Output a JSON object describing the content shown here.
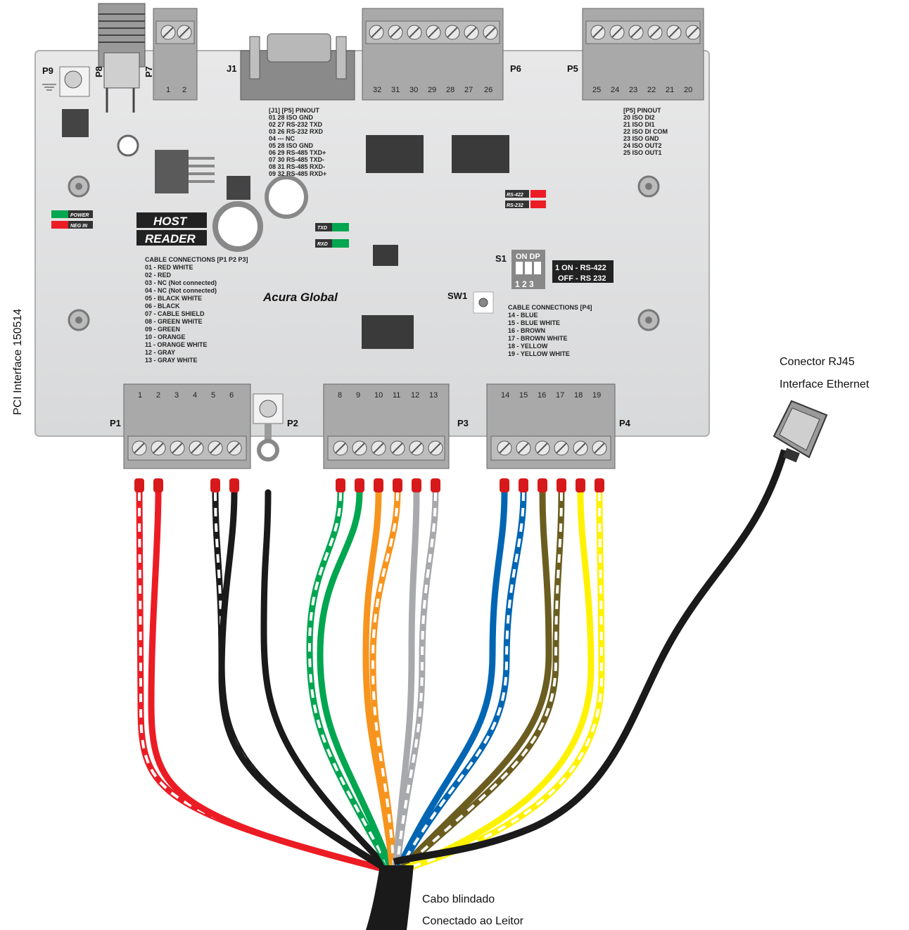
{
  "side_label": "PCI Interface 150514",
  "board": {
    "connectors": {
      "p9": "P9",
      "p8": "P8",
      "p7": "P7",
      "j1": "J1",
      "p6": "P6",
      "p5": "P5",
      "p1": "P1",
      "p2": "P2",
      "p3": "P3",
      "p4": "P4",
      "s1": "S1",
      "sw1": "SW1"
    },
    "p7_pins": [
      "1",
      "2"
    ],
    "p6_pins": [
      "32",
      "31",
      "30",
      "29",
      "28",
      "27",
      "26"
    ],
    "p5_pins": [
      "25",
      "24",
      "23",
      "22",
      "21",
      "20"
    ],
    "p1_pins": [
      "1",
      "2",
      "3",
      "4",
      "5",
      "6"
    ],
    "p3_pins": [
      "8",
      "9",
      "10",
      "11",
      "12",
      "13"
    ],
    "p4_pins": [
      "14",
      "15",
      "16",
      "17",
      "18",
      "19"
    ],
    "j1_pinout": {
      "header": "[J1] [P5] PINOUT",
      "rows": [
        "01  28  ISO GND",
        "02  27  RS-232 TXD",
        "03  26  RS-232 RXD",
        "04  ---  NC",
        "05  28  ISO GND",
        "06  29  RS-485 TXD+",
        "07  30  RS-485 TXD-",
        "08  31  RS-485 RXD-",
        "09  32  RS-485 RXD+"
      ]
    },
    "p5_pinout": {
      "header": "[P5] PINOUT",
      "rows": [
        "20  ISO DI2",
        "21  ISO DI1",
        "22  ISO DI COM",
        "23  ISO GND",
        "24  ISO OUT2",
        "25  ISO OUT1"
      ]
    },
    "leds": {
      "power": "POWER",
      "neg_in": "NEG IN",
      "txd": "TXD",
      "rxd": "RXD",
      "rs422": "RS-422",
      "rs232": "RS-232"
    },
    "host_label": "HOST",
    "reader_label": "READER",
    "brand": "Acura Global",
    "cable_p123": {
      "header": "CABLE CONNECTIONS [P1 P2 P3]",
      "rows": [
        "01 - RED WHITE",
        "02 - RED",
        "03 - NC (Not connected)",
        "04 - NC (Not connected)",
        "05 - BLACK WHITE",
        "06 - BLACK",
        "07 - CABLE SHIELD",
        "08 - GREEN WHITE",
        "09 - GREEN",
        "10 - ORANGE",
        "11 - ORANGE WHITE",
        "12 - GRAY",
        "13 - GRAY WHITE"
      ]
    },
    "cable_p4": {
      "header": "CABLE CONNECTIONS [P4]",
      "rows": [
        "14 - BLUE",
        "15 - BLUE WHITE",
        "16 - BROWN",
        "17 - BROWN WHITE",
        "18 - YELLOW",
        "19 - YELLOW WHITE"
      ]
    },
    "dip": {
      "title": "ON DP",
      "numbers": "1 2 3",
      "line1": "1 ON - RS-422",
      "line2": "OFF - RS 232"
    }
  },
  "rj45_caption": {
    "line1": "Conector RJ45",
    "line2": "Interface Ethernet"
  },
  "cable_caption": {
    "line1": "Cabo blindado",
    "line2": "Conectado ao Leitor"
  },
  "wire_colors": {
    "red": "#ec1c24",
    "black": "#1a1a1a",
    "green": "#00a650",
    "orange": "#f7941d",
    "gray": "#a7a9ac",
    "blue": "#0066b3",
    "brown": "#6b5d1f",
    "yellow": "#fff200",
    "tip": "#d7191c"
  }
}
